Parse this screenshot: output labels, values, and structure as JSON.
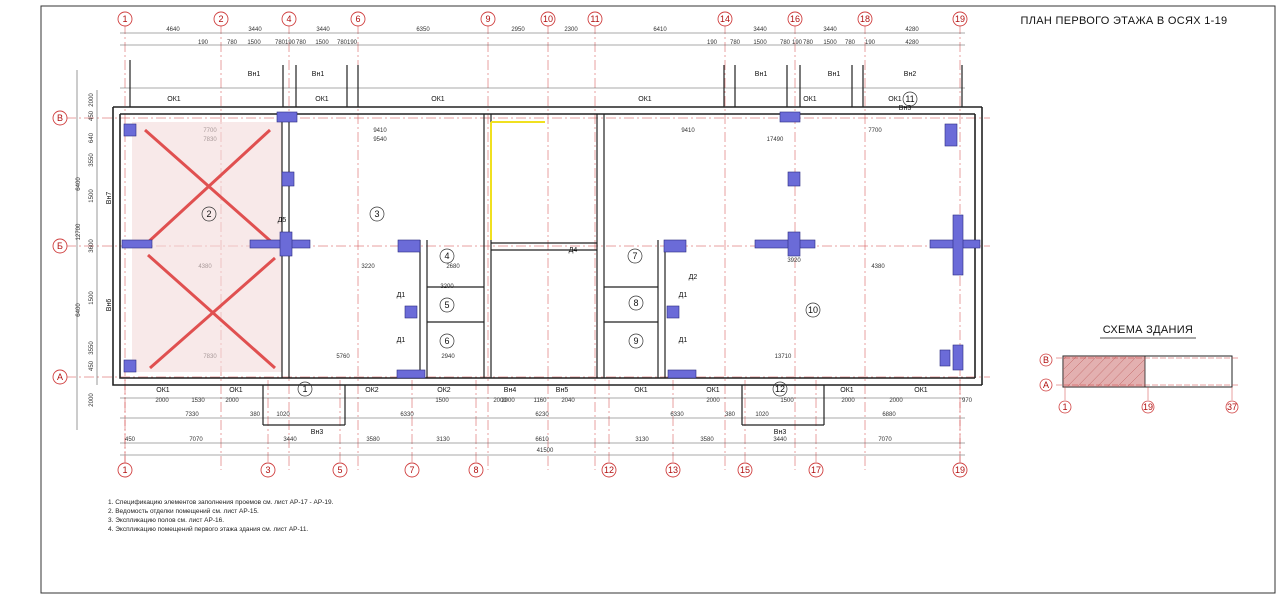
{
  "sheet": {
    "title": "ПЛАН ПЕРВОГО ЭТАЖА В ОСЯХ 1-19",
    "scheme_title": "СХЕМА ЗДАНИЯ"
  },
  "axes": {
    "top": [
      {
        "label": "1"
      },
      {
        "label": "2"
      },
      {
        "label": "4"
      },
      {
        "label": "6"
      },
      {
        "label": "9"
      },
      {
        "label": "10"
      },
      {
        "label": "11"
      },
      {
        "label": "14"
      },
      {
        "label": "16"
      },
      {
        "label": "18"
      },
      {
        "label": "19"
      }
    ],
    "bottom": [
      {
        "label": "1"
      },
      {
        "label": "3"
      },
      {
        "label": "5"
      },
      {
        "label": "7"
      },
      {
        "label": "8"
      },
      {
        "label": "12"
      },
      {
        "label": "13"
      },
      {
        "label": "15"
      },
      {
        "label": "17"
      },
      {
        "label": "19"
      }
    ],
    "rows": [
      {
        "label": "В"
      },
      {
        "label": "Б"
      },
      {
        "label": "А"
      }
    ]
  },
  "dims_top_outer": [
    "4640",
    "3440",
    "3440",
    "6350",
    "2950",
    "2300",
    "6410",
    "3440",
    "3440",
    "4280"
  ],
  "dims_top_inner": [
    "190",
    "780",
    "1500",
    "780",
    "190",
    "780",
    "1500",
    "780",
    "190",
    "190",
    "780",
    "1500",
    "780",
    "190",
    "780",
    "1500",
    "780",
    "190",
    "4280"
  ],
  "dims_bottom_1": [
    "450",
    "7070",
    "3440",
    "3580",
    "3130",
    "6610",
    "3130",
    "3580",
    "3440",
    "7070"
  ],
  "dims_bottom_total": "41500",
  "dims_bottom_2": [
    "7330",
    "380",
    "1020",
    "6330",
    "6230",
    "6330",
    "380",
    "1020",
    "6880"
  ],
  "dims_row_misc": [
    "2000",
    "1530",
    "2000",
    "1500",
    "2000",
    "2000",
    "1160",
    "2040",
    "2000",
    "1500",
    "2000",
    "2000",
    "970"
  ],
  "dims_left": [
    "2000",
    "450",
    "640",
    "3550",
    "6400",
    "1500",
    "12700",
    "3600",
    "1500",
    "6400",
    "3550",
    "450",
    "2000"
  ],
  "dims_interior": [
    "7700",
    "7830",
    "9410",
    "9540",
    "9410",
    "17490",
    "7700",
    "4380",
    "3220",
    "2680",
    "3920",
    "4380",
    "3200",
    "5760",
    "2940",
    "13710",
    "7830"
  ],
  "rooms": [
    {
      "num": "1"
    },
    {
      "num": "2"
    },
    {
      "num": "3"
    },
    {
      "num": "4"
    },
    {
      "num": "5"
    },
    {
      "num": "6"
    },
    {
      "num": "7"
    },
    {
      "num": "8"
    },
    {
      "num": "9"
    },
    {
      "num": "10"
    },
    {
      "num": "11"
    },
    {
      "num": "12"
    }
  ],
  "openings": {
    "windows": [
      "ОК1",
      "ОК1",
      "ОК1",
      "ОК1",
      "ОК1",
      "ОК1",
      "ОК1",
      "ОК1",
      "ОК2",
      "ОК2",
      "ОК1",
      "ОК1",
      "ОК1",
      "ОК1"
    ],
    "doors": [
      "Вн1",
      "Вн1",
      "Вн1",
      "Вн1",
      "Вн2",
      "Вн3",
      "Вн3",
      "Вн3",
      "Вн4",
      "Вн5",
      "Вн6",
      "Вн7",
      "Д1",
      "Д1",
      "Д1",
      "Д1",
      "Д4",
      "Д5",
      "Д2"
    ]
  },
  "notes": [
    "1. Спецификацию элементов заполнения проемов см. лист АР-17 - АР-19.",
    "2. Ведомость отделки помещений см. лист АР-15.",
    "3. Экспликацию полов см. лист АР-16.",
    "4. Экспликацию помещений первого этажа здания см. лист АР-11."
  ],
  "scheme": {
    "rows": [
      "В",
      "А"
    ],
    "axes": [
      "1",
      "19",
      "37"
    ]
  },
  "colors": {
    "axis_line": "#d04040",
    "wall": "#222222",
    "column_fill": "#6b6bd8",
    "cross": "#e05050",
    "hatch": "#c08080",
    "yellow": "#f0e020"
  }
}
